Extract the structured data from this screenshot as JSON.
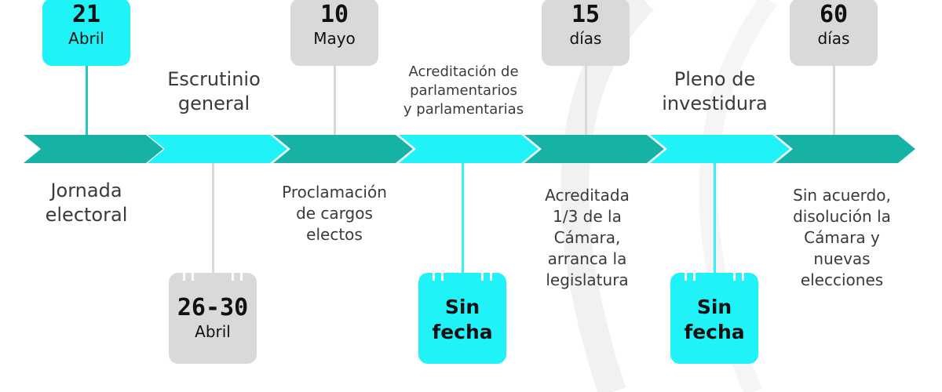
{
  "colors": {
    "teal": "#16b2a6",
    "cyan": "#1ff3f8",
    "grey": "#d9d9d9",
    "line_teal": "#26c8bb",
    "line_cyan": "#36f2f5",
    "text": "#3a3a3a"
  },
  "steps": [
    {
      "id": "jornada-electoral",
      "label": "Jornada\nelectoral",
      "position": "below",
      "arrow": "teal",
      "badge": {
        "position": "above",
        "style": "cyan",
        "big": "21",
        "small": "Abril"
      }
    },
    {
      "id": "escrutinio-general",
      "label": "Escrutinio\ngeneral",
      "position": "above",
      "arrow": "cyan",
      "badge": {
        "position": "below",
        "style": "grey",
        "big": "26-30",
        "small": "Abril"
      }
    },
    {
      "id": "proclamacion",
      "label": "Proclamación\nde cargos\nelectos",
      "position": "below",
      "arrow": "teal",
      "badge": {
        "position": "above",
        "style": "grey",
        "big": "10",
        "small": "Mayo"
      }
    },
    {
      "id": "acreditacion",
      "label": "Acreditación de\nparlamentarios\ny parlamentarias",
      "position": "above",
      "arrow": "cyan",
      "badge": {
        "position": "below",
        "style": "cyan",
        "big": "Sin",
        "small": "fecha"
      }
    },
    {
      "id": "acreditada-tercio",
      "label": "Acreditada\n1/3 de la\nCámara,\narranca la\nlegislatura",
      "position": "below",
      "arrow": "teal",
      "badge": {
        "position": "above",
        "style": "grey",
        "big": "15",
        "small": "días"
      }
    },
    {
      "id": "pleno-investidura",
      "label": "Pleno de\ninvestidura",
      "position": "above",
      "arrow": "cyan",
      "badge": {
        "position": "below",
        "style": "cyan",
        "big": "Sin",
        "small": "fecha"
      }
    },
    {
      "id": "sin-acuerdo",
      "label": "Sin acuerdo,\ndisolución la\nCámara y\nnuevas\nelecciones",
      "position": "below",
      "arrow": "teal",
      "badge": {
        "position": "above",
        "style": "grey",
        "big": "60",
        "small": "días"
      }
    }
  ]
}
